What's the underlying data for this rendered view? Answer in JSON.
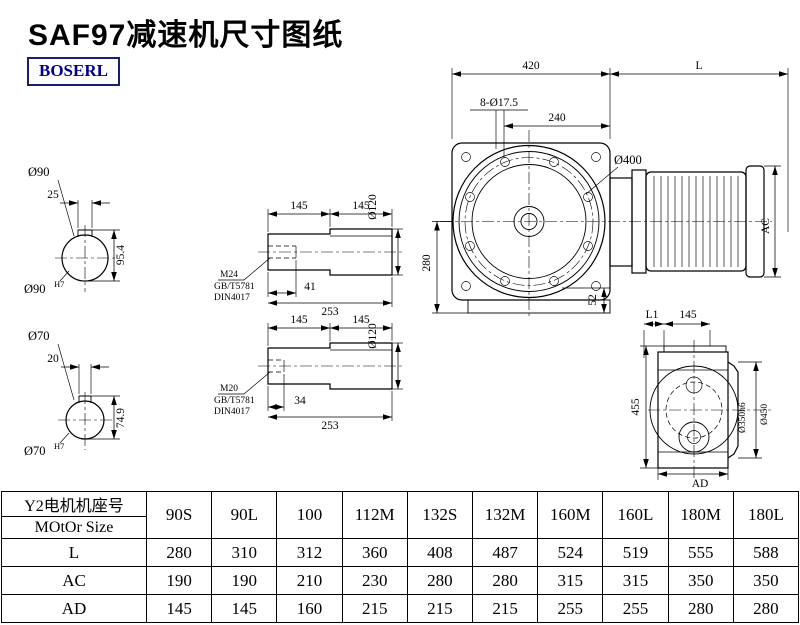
{
  "title": "SAF97减速机尺寸图纸",
  "logo_text": "BOSERL",
  "front_view": {
    "dim_width": "420",
    "dim_length": "L",
    "dim_bolt_holes": "8-Ø17.5",
    "dim_240": "240",
    "dim_flange_dia": "Ø400",
    "dim_height": "280",
    "dim_52": "52",
    "dim_motor_dia": "AC"
  },
  "bore_large": {
    "dia_label": "Ø90",
    "key_width": "25",
    "key_depth": "95.4",
    "fit_label": "Ø90",
    "fit_tol": "H7"
  },
  "bore_small": {
    "dia_label": "Ø70",
    "key_width": "20",
    "key_depth": "74.9",
    "fit_label": "Ø70",
    "fit_tol": "H7"
  },
  "shaft_large": {
    "dim_len1": "145",
    "dim_len2": "145",
    "dim_dia": "Ø120",
    "thread": "M24",
    "thread_std1": "GB/T5781",
    "thread_std2": "DIN4017",
    "thread_depth": "41",
    "dim_total": "253"
  },
  "shaft_small": {
    "dim_len1": "145",
    "dim_len2": "145",
    "dim_dia": "Ø120",
    "thread": "M20",
    "thread_std1": "GB/T5781",
    "thread_std2": "DIN4017",
    "thread_depth": "34",
    "dim_total": "253"
  },
  "side_view": {
    "dim_l1": "L1",
    "dim_145": "145",
    "dim_455": "455",
    "dim_spigot": "Ø350h6",
    "dim_flange": "Ø450",
    "dim_ad": "AD"
  },
  "table": {
    "header_cn": "Y2电机机座号",
    "header_en": "MOtOr Size",
    "sizes": [
      "90S",
      "90L",
      "100",
      "112M",
      "132S",
      "132M",
      "160M",
      "160L",
      "180M",
      "180L"
    ],
    "rows": [
      {
        "label": "L",
        "values": [
          "280",
          "310",
          "312",
          "360",
          "408",
          "487",
          "524",
          "519",
          "555",
          "588"
        ]
      },
      {
        "label": "AC",
        "values": [
          "190",
          "190",
          "210",
          "230",
          "280",
          "280",
          "315",
          "315",
          "350",
          "350"
        ]
      },
      {
        "label": "AD",
        "values": [
          "145",
          "145",
          "160",
          "215",
          "215",
          "215",
          "255",
          "255",
          "280",
          "280"
        ]
      }
    ]
  }
}
